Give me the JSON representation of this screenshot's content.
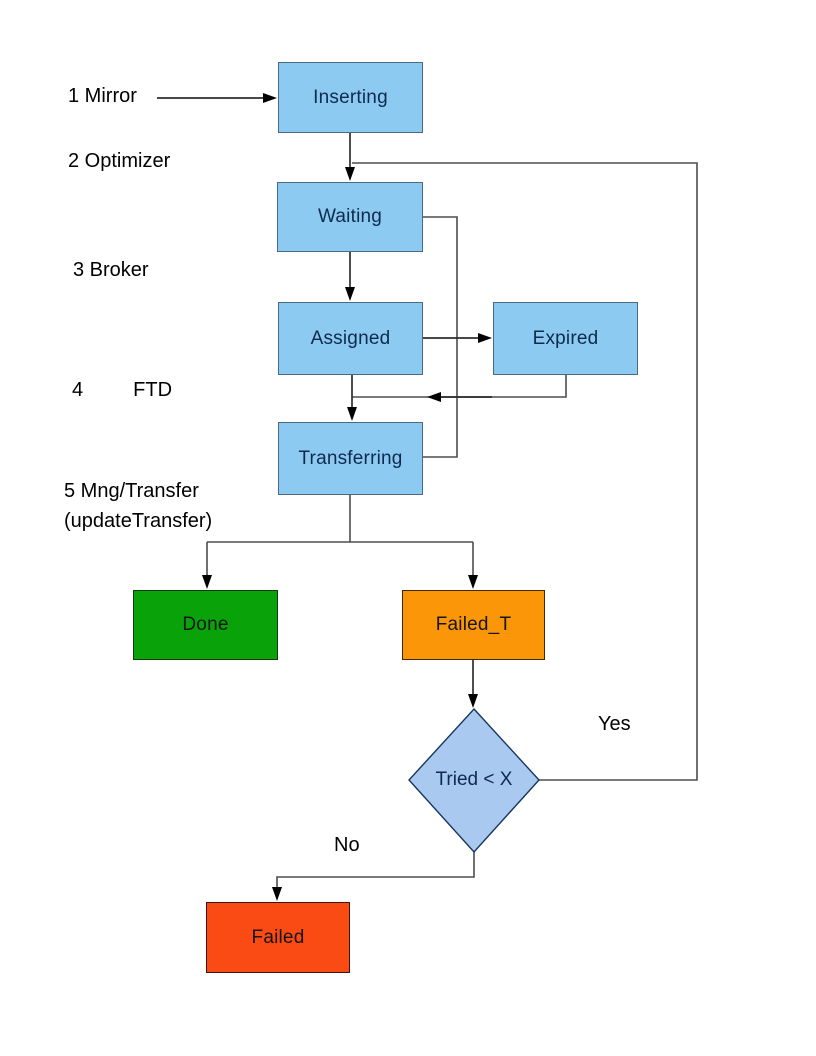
{
  "diagram": {
    "side_labels": [
      "1 Mirror",
      "2 Optimizer",
      "3 Broker",
      "4         FTD",
      "5 Mng/Transfer\n(updateTransfer)"
    ],
    "nodes": {
      "inserting": {
        "label": "Inserting",
        "fill": "#8dcaf2",
        "border": "#4a6a84",
        "text_color": "#0e2b4e"
      },
      "waiting": {
        "label": "Waiting",
        "fill": "#8dcaf2",
        "border": "#4a6a84",
        "text_color": "#0e2b4e"
      },
      "assigned": {
        "label": "Assigned",
        "fill": "#8dcaf2",
        "border": "#4a6a84",
        "text_color": "#0e2b4e"
      },
      "expired": {
        "label": "Expired",
        "fill": "#8dcaf2",
        "border": "#4a6a84",
        "text_color": "#0e2b4e"
      },
      "transferring": {
        "label": "Transferring",
        "fill": "#8dcaf2",
        "border": "#4a6a84",
        "text_color": "#0e2b4e"
      },
      "done": {
        "label": "Done",
        "fill": "#09a209",
        "border": "#143a14",
        "text_color": "#151515"
      },
      "failed_t": {
        "label": "Failed_T",
        "fill": "#fb9609",
        "border": "#3d2a05",
        "text_color": "#151515"
      },
      "failed": {
        "label": "Failed",
        "fill": "#fa4b14",
        "border": "#40140a",
        "text_color": "#151515"
      },
      "tried": {
        "label": "Tried < X",
        "fill": "#a9c9f1",
        "border": "#16365c",
        "text_color": "#0e2b4e"
      }
    },
    "edge_labels": {
      "yes": "Yes",
      "no": "No"
    },
    "line_colors": {
      "routed": "#4d4d4d",
      "direct": "#2e2e2e",
      "arrowhead": "#000000"
    }
  }
}
